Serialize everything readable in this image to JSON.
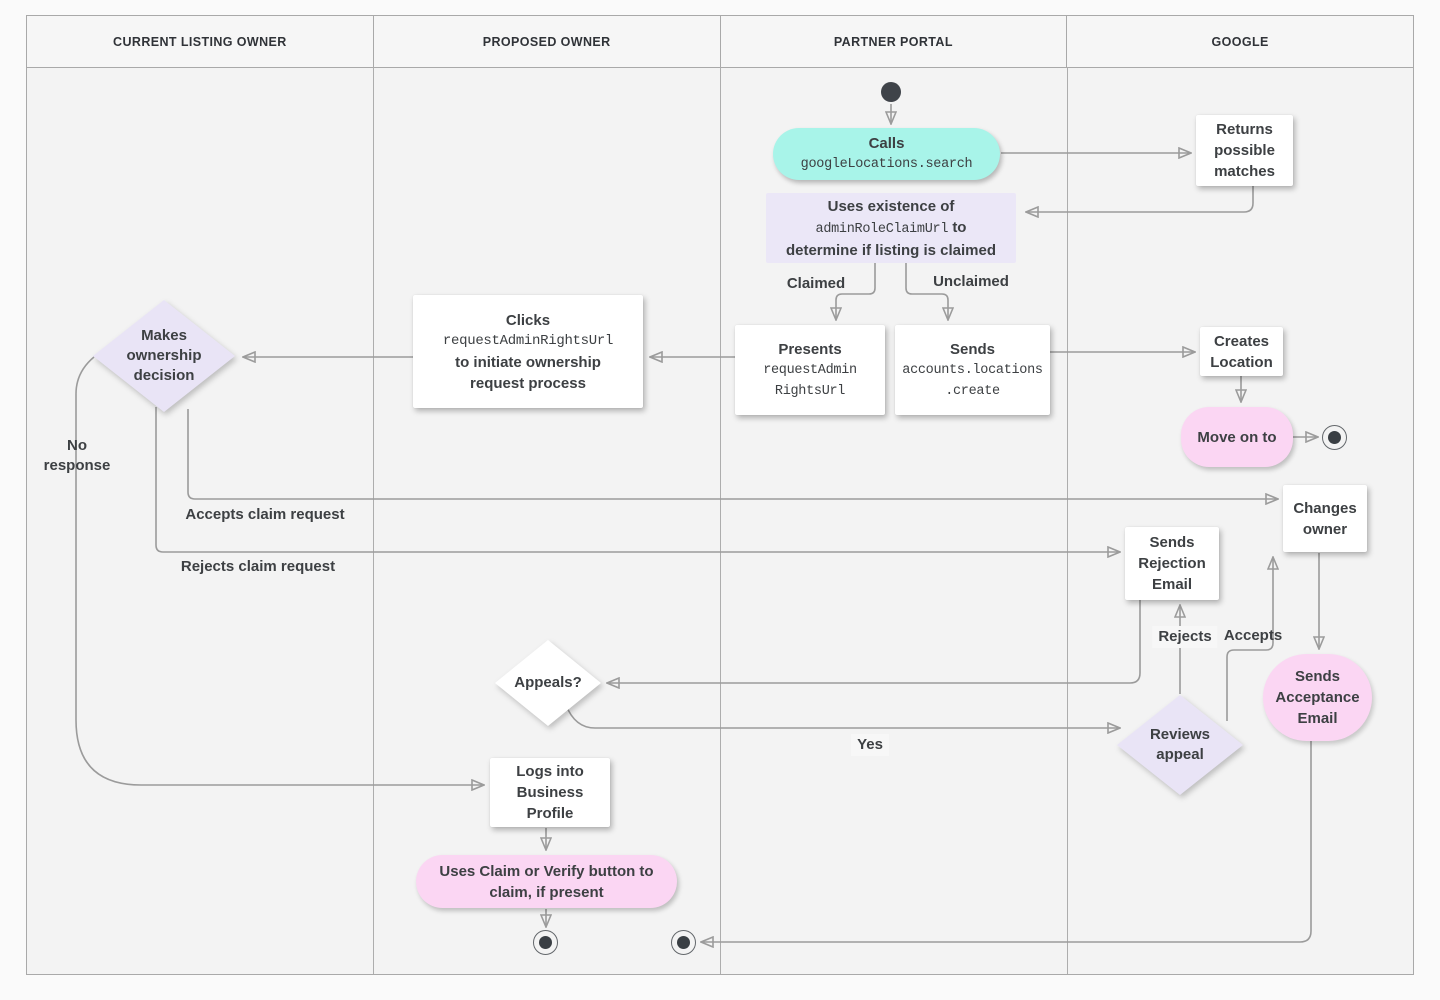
{
  "colors": {
    "teal": "#a8f4e9",
    "pink": "#fbd6f3",
    "lavender": "#ebe7f7",
    "lavender_diamond": "#e9e4f6",
    "line_gray": "#9b9b9b",
    "arrow_gray": "#70757a",
    "text": "#3d4043",
    "lane_bg": "#f3f3f3",
    "header_bg": "#f6f6f6"
  },
  "lanes": [
    {
      "label": "CURRENT LISTING OWNER"
    },
    {
      "label": "PROPOSED OWNER"
    },
    {
      "label": "PARTNER PORTAL"
    },
    {
      "label": "GOOGLE"
    }
  ],
  "nodes": {
    "calls": {
      "title": "Calls",
      "code": "googleLocations.search"
    },
    "returns_matches": {
      "label": "Returns possible matches"
    },
    "uses_existence": {
      "line1": "Uses existence of",
      "code": "adminRoleClaimUrl",
      "line2_suffix": "to",
      "line3": "determine if listing is claimed"
    },
    "presents": {
      "title": "Presents",
      "code_line1": "requestAdmin",
      "code_line2": "RightsUrl"
    },
    "sends_create": {
      "title": "Sends",
      "code_line1": "accounts.locations",
      "code_line2": ".create"
    },
    "creates_location": {
      "label": "Creates Location"
    },
    "move_on": {
      "label": "Move on to"
    },
    "clicks": {
      "title": "Clicks",
      "code": "requestAdminRightsUrl",
      "line3": "to initiate ownership",
      "line4": "request process"
    },
    "ownership_decision": {
      "label": "Makes ownership decision"
    },
    "changes_owner": {
      "label": "Changes owner"
    },
    "rejection_email": {
      "label": "Sends Rejection Email"
    },
    "appeals": {
      "label": "Appeals?"
    },
    "reviews_appeal": {
      "label": "Reviews appeal"
    },
    "acceptance_email": {
      "label": "Sends Acceptance Email"
    },
    "logs_in": {
      "label": "Logs into Business Profile"
    },
    "claim_verify": {
      "label": "Uses Claim or Verify button to claim, if present"
    }
  },
  "edge_labels": {
    "claimed": "Claimed",
    "unclaimed": "Unclaimed",
    "no_response": "No response",
    "accepts_claim": "Accepts claim request",
    "rejects_claim": "Rejects claim request",
    "rejects": "Rejects",
    "accepts": "Accepts",
    "yes": "Yes"
  }
}
